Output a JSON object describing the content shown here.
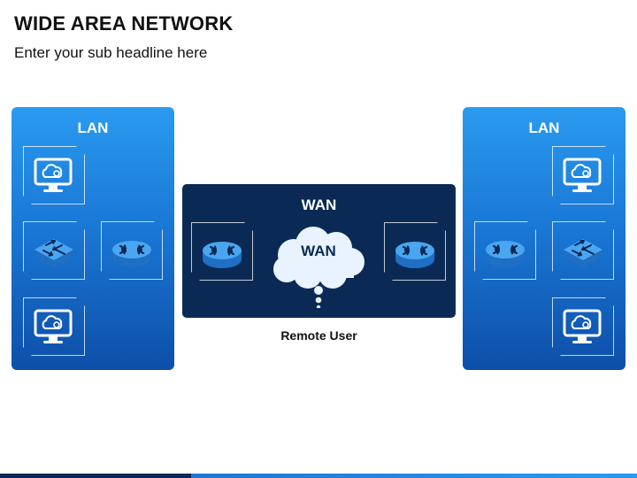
{
  "header": {
    "title": "WIDE AREA NETWORK",
    "subtitle": "Enter your sub headline here"
  },
  "lan_left": {
    "label": "LAN",
    "devices": [
      "monitor-icon",
      "switch-icon",
      "router-icon",
      "monitor-icon"
    ]
  },
  "lan_right": {
    "label": "LAN",
    "devices": [
      "monitor-icon",
      "router-icon",
      "switch-icon",
      "monitor-icon"
    ]
  },
  "wan": {
    "title": "WAN",
    "cloud_label": "WAN",
    "devices": [
      "router-icon",
      "router-icon"
    ],
    "remote_label": "Remote User"
  },
  "colors": {
    "lan_gradient_top": "#2a9bf0",
    "lan_gradient_bottom": "#0d4fa8",
    "wan_background": "#0a2a55",
    "device_blue": "#2f8fe3"
  }
}
